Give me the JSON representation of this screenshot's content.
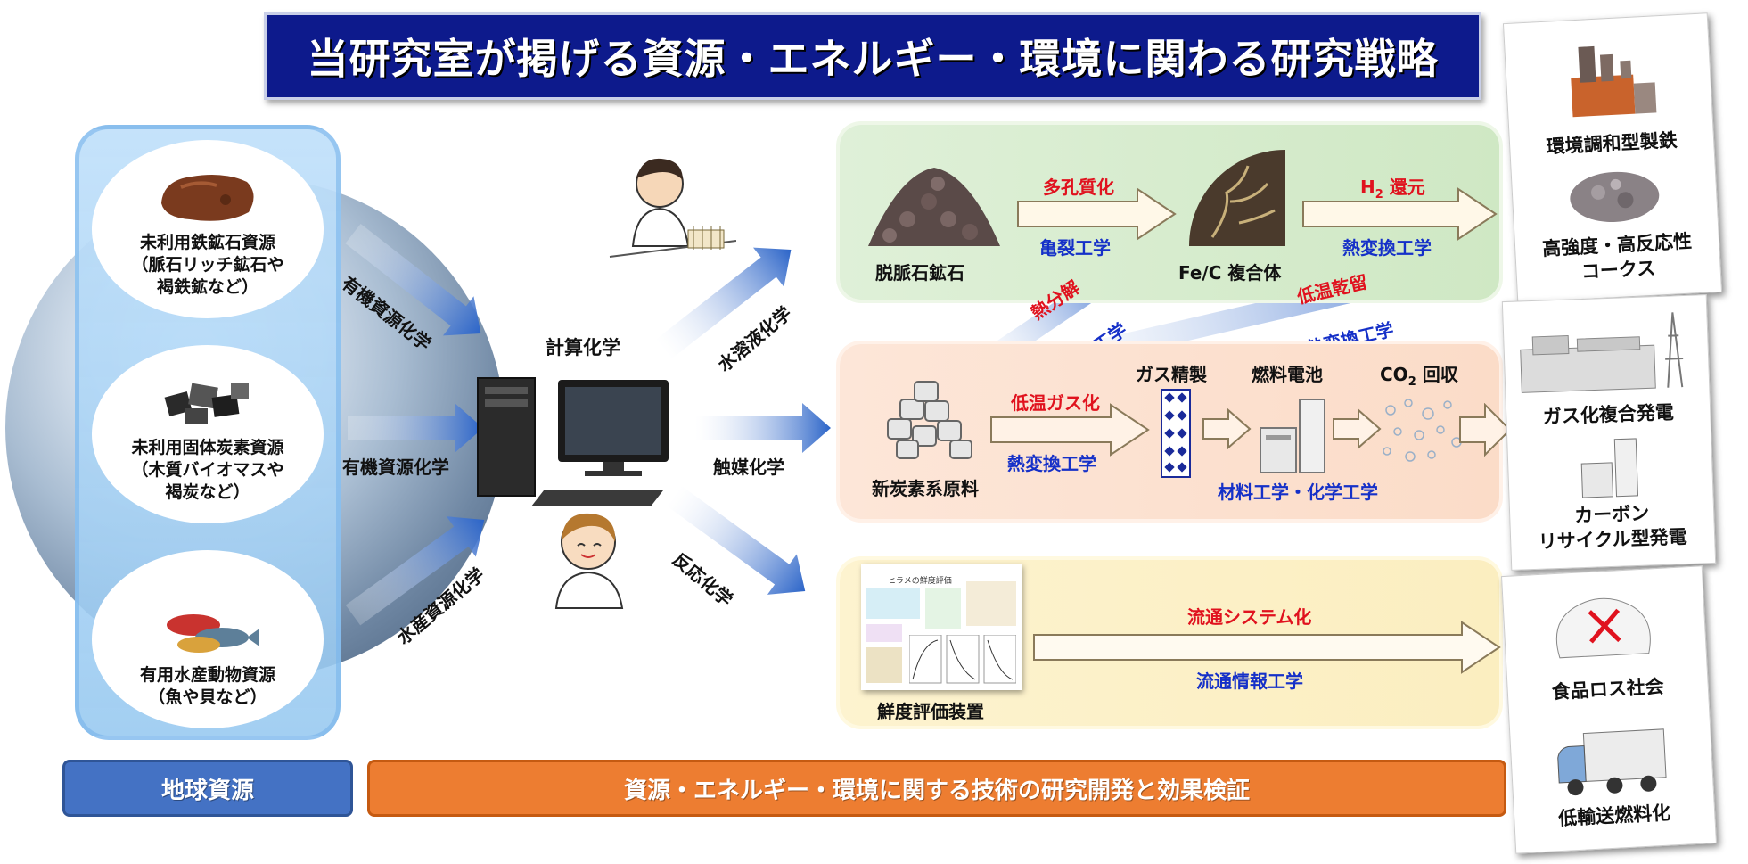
{
  "title": "当研究室が掲げる資源・エネルギー・環境に関わる研究戦略",
  "resources": [
    {
      "label": "未利用鉄鉱石資源\n（脈石リッチ鉱石や\n褐鉄鉱など）",
      "icon": "iron-ore-icon"
    },
    {
      "label": "未利用固体炭素資源\n（木質バイオマスや\n褐炭など）",
      "icon": "carbon-resource-icon"
    },
    {
      "label": "有用水産動物資源\n（魚や貝など）",
      "icon": "fish-icon"
    }
  ],
  "input_flows": [
    "有機資源化学",
    "有機資源化学",
    "水産資源化学"
  ],
  "center": {
    "label": "計算化学"
  },
  "output_flows": [
    "水溶液化学",
    "触媒化学",
    "反応化学"
  ],
  "green_panel": {
    "start": "脱脈石鉱石",
    "step1_top": "多孔質化",
    "step1_bottom": "亀裂工学",
    "mid": "Fe/C 複合体",
    "step2_top_main": "H",
    "step2_top_sub": "2",
    "step2_top_rest": " 還元",
    "step2_bottom": "熱変換工学"
  },
  "cross_flows": {
    "a_top": "熱分解",
    "a_bottom": "熱変換工学",
    "b_top": "低温乾留",
    "b_bottom": "熱変換工学"
  },
  "orange_panel": {
    "start": "新炭素系原料",
    "step_top": "低温ガス化",
    "step_bottom": "熱変換工学",
    "gas": "ガス精製",
    "fuel": "燃料電池",
    "co2_main": "CO",
    "co2_sub": "2",
    "co2_rest": " 回収",
    "bottom": "材料工学・化学工学"
  },
  "yellow_panel": {
    "start": "鮮度評価装置",
    "top": "流通システム化",
    "bottom": "流通情報工学",
    "screen_title": "ヒラメの鮮度評価"
  },
  "cards": [
    {
      "top": "環境調和型製鉄",
      "bottom": "高強度・高反応性\nコークス"
    },
    {
      "top": "ガス化複合発電",
      "bottom": "カーボン\nリサイクル型発電"
    },
    {
      "top": "食品ロス社会",
      "bottom": "低輸送燃料化"
    }
  ],
  "footer": {
    "left": "地球資源",
    "right": "資源・エネルギー・環境に関する技術の研究開発と効果検証"
  },
  "colors": {
    "title_bg": "#0d1a8c",
    "flow_blue": "#2b64c8",
    "red": "#e0121e",
    "blue_text": "#1530c8",
    "footer_left": "#4472c4",
    "footer_right": "#ed7d31"
  }
}
